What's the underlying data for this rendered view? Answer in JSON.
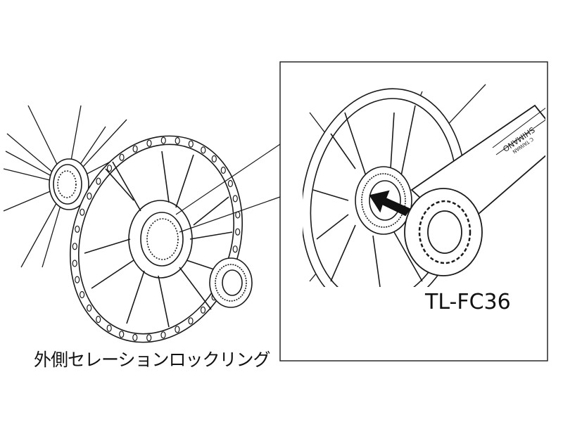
{
  "labels": {
    "lockring": "外側セレーションロックリング",
    "tool": "TL-FC36"
  },
  "tool_logo_text": [
    "SHIMANO",
    "C TAIWAN"
  ],
  "colors": {
    "line": "#1a1a1a",
    "background": "#ffffff"
  }
}
